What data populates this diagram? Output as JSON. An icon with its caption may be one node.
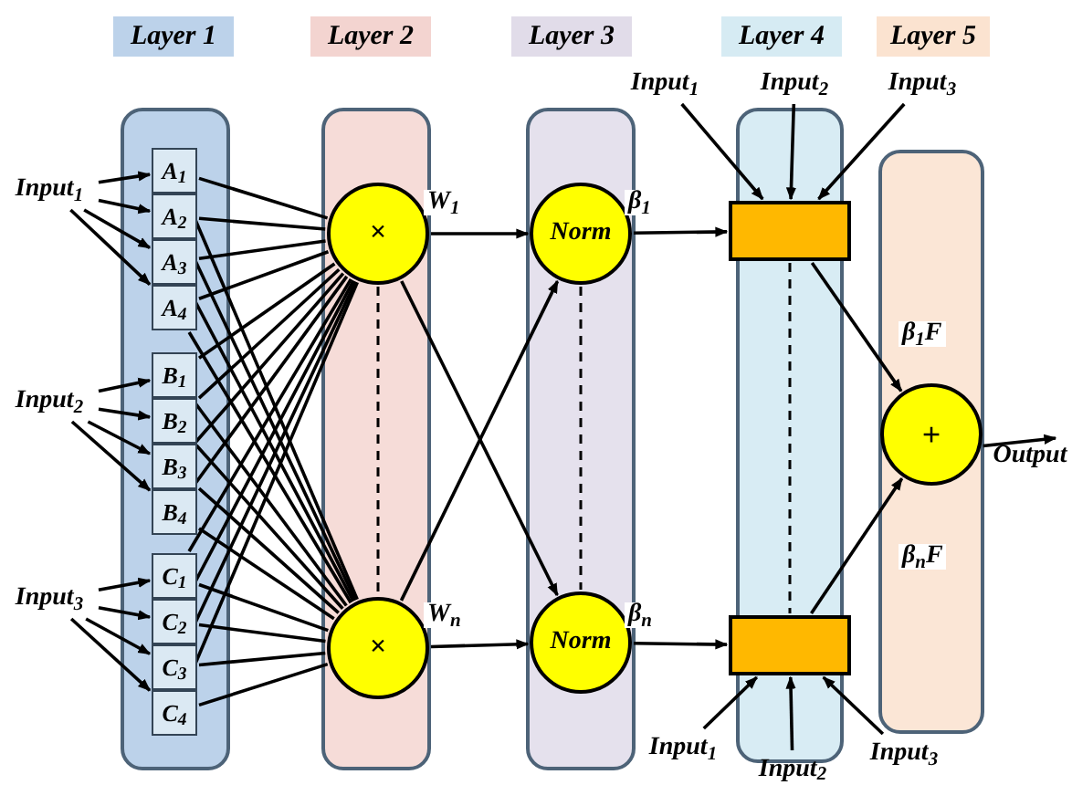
{
  "diagram": {
    "nodes": [
      {
        "text": [
          "Layer 1"
        ]
      },
      {
        "text": [
          "Layer 2"
        ]
      },
      {
        "text": [
          "Layer 3"
        ]
      },
      {
        "text": [
          "Layer 4"
        ]
      },
      {
        "text": [
          "Layer 5"
        ]
      },
      {
        "text": [],
        "shape": "box"
      },
      {
        "text": [],
        "shape": "box"
      },
      {
        "text": [],
        "shape": "box"
      },
      {
        "text": [],
        "shape": "box"
      },
      {
        "text": [],
        "shape": "box"
      },
      {
        "text": [
          "Input$_{1}$"
        ]
      },
      {
        "text": [
          "Input$_{2}$"
        ]
      },
      {
        "text": [
          "Input$_{3}$"
        ]
      },
      {
        "text": [
          "A$_{1}$"
        ],
        "in": 5
      },
      {
        "text": [
          "A$_{2}$"
        ],
        "in": 5
      },
      {
        "text": [
          "A$_{3}$"
        ],
        "in": 5
      },
      {
        "text": [
          "A$_{4}$"
        ],
        "in": 5
      },
      {
        "text": [
          "B$_{1}$"
        ],
        "in": 5
      },
      {
        "text": [
          "B$_{2}$"
        ],
        "in": 5
      },
      {
        "text": [
          "B$_{3}$"
        ],
        "in": 5
      },
      {
        "text": [
          "B$_{4}$"
        ],
        "in": 5
      },
      {
        "text": [
          "C$_{1}$"
        ],
        "in": 5
      },
      {
        "text": [
          "C$_{2}$"
        ],
        "in": 5
      },
      {
        "text": [
          "C$_{3}$"
        ],
        "in": 5
      },
      {
        "text": [
          "C$_{4}$"
        ],
        "in": 5
      },
      {
        "text": [
          "×"
        ],
        "in": 6
      },
      {
        "text": [
          "×"
        ],
        "in": 6
      },
      {
        "text": [
          "Norm"
        ],
        "in": 7
      },
      {
        "text": [
          "Norm"
        ],
        "in": 7
      },
      {
        "text": [],
        "shape": "box",
        "in": 8
      },
      {
        "text": [],
        "shape": "box",
        "in": 8
      },
      {
        "text": [
          "+"
        ],
        "in": 9
      },
      {
        "text": [
          "Output"
        ]
      },
      {
        "text": [
          "Input$_{1}$"
        ]
      },
      {
        "text": [
          "Input$_{2}$"
        ]
      },
      {
        "text": [
          "Input$_{3}$"
        ]
      },
      {
        "text": [
          "Input$_{1}$"
        ]
      },
      {
        "text": [
          "Input$_{2}$"
        ]
      },
      {
        "text": [
          "Input$_{3}$"
        ]
      }
    ],
    "edges": [
      {
        "from": 10,
        "to": 13,
        "arrow": "to"
      },
      {
        "from": 10,
        "to": 14,
        "arrow": "to"
      },
      {
        "from": 10,
        "to": 15,
        "arrow": "to"
      },
      {
        "from": 10,
        "to": 16,
        "arrow": "to"
      },
      {
        "from": 11,
        "to": 17,
        "arrow": "to"
      },
      {
        "from": 11,
        "to": 18,
        "arrow": "to"
      },
      {
        "from": 11,
        "to": 19,
        "arrow": "to"
      },
      {
        "from": 11,
        "to": 20,
        "arrow": "to"
      },
      {
        "from": 12,
        "to": 21,
        "arrow": "to"
      },
      {
        "from": 12,
        "to": 22,
        "arrow": "to"
      },
      {
        "from": 12,
        "to": 23,
        "arrow": "to"
      },
      {
        "from": 12,
        "to": 24,
        "arrow": "to"
      },
      {
        "from": 13,
        "to": 25,
        "arrow": "none"
      },
      {
        "from": 13,
        "to": 26,
        "arrow": "none"
      },
      {
        "from": 14,
        "to": 25,
        "arrow": "none"
      },
      {
        "from": 14,
        "to": 26,
        "arrow": "none"
      },
      {
        "from": 15,
        "to": 25,
        "arrow": "none"
      },
      {
        "from": 15,
        "to": 26,
        "arrow": "none"
      },
      {
        "from": 16,
        "to": 25,
        "arrow": "none"
      },
      {
        "from": 16,
        "to": 26,
        "arrow": "none"
      },
      {
        "from": 17,
        "to": 25,
        "arrow": "none"
      },
      {
        "from": 17,
        "to": 26,
        "arrow": "none"
      },
      {
        "from": 18,
        "to": 25,
        "arrow": "none"
      },
      {
        "from": 18,
        "to": 26,
        "arrow": "none"
      },
      {
        "from": 19,
        "to": 25,
        "arrow": "none"
      },
      {
        "from": 19,
        "to": 26,
        "arrow": "none"
      },
      {
        "from": 20,
        "to": 25,
        "arrow": "none"
      },
      {
        "from": 20,
        "to": 26,
        "arrow": "none"
      },
      {
        "from": 21,
        "to": 25,
        "arrow": "none"
      },
      {
        "from": 21,
        "to": 26,
        "arrow": "none"
      },
      {
        "from": 22,
        "to": 25,
        "arrow": "none"
      },
      {
        "from": 22,
        "to": 26,
        "arrow": "none"
      },
      {
        "from": 23,
        "to": 25,
        "arrow": "none"
      },
      {
        "from": 23,
        "to": 26,
        "arrow": "none"
      },
      {
        "from": 24,
        "to": 25,
        "arrow": "none"
      },
      {
        "from": 24,
        "to": 26,
        "arrow": "none"
      },
      {
        "from": 25,
        "to": 26,
        "arrow": "none",
        "style": "dashed"
      },
      {
        "from": 25,
        "to": 27,
        "arrow": "to",
        "label": "W$_{1}$"
      },
      {
        "from": 25,
        "to": 28,
        "arrow": "to"
      },
      {
        "from": 26,
        "to": 27,
        "arrow": "to"
      },
      {
        "from": 26,
        "to": 28,
        "arrow": "to",
        "label": "W$_{n}$"
      },
      {
        "from": 27,
        "to": 28,
        "arrow": "none",
        "style": "dashed"
      },
      {
        "from": 27,
        "to": 29,
        "arrow": "to",
        "label": "β$_{1}$"
      },
      {
        "from": 28,
        "to": 30,
        "arrow": "to",
        "label": "β$_{n}$"
      },
      {
        "from": 29,
        "to": 30,
        "arrow": "none",
        "style": "dashed"
      },
      {
        "from": 33,
        "to": 29,
        "arrow": "to"
      },
      {
        "from": 34,
        "to": 29,
        "arrow": "to"
      },
      {
        "from": 35,
        "to": 29,
        "arrow": "to"
      },
      {
        "from": 36,
        "to": 30,
        "arrow": "to"
      },
      {
        "from": 37,
        "to": 30,
        "arrow": "to"
      },
      {
        "from": 38,
        "to": 30,
        "arrow": "to"
      },
      {
        "from": 29,
        "to": 31,
        "arrow": "to",
        "label": "β$_{1}$F"
      },
      {
        "from": 30,
        "to": 31,
        "arrow": "to",
        "label": "β$_{n}$F"
      },
      {
        "from": 31,
        "to": 32,
        "arrow": "to"
      }
    ]
  }
}
